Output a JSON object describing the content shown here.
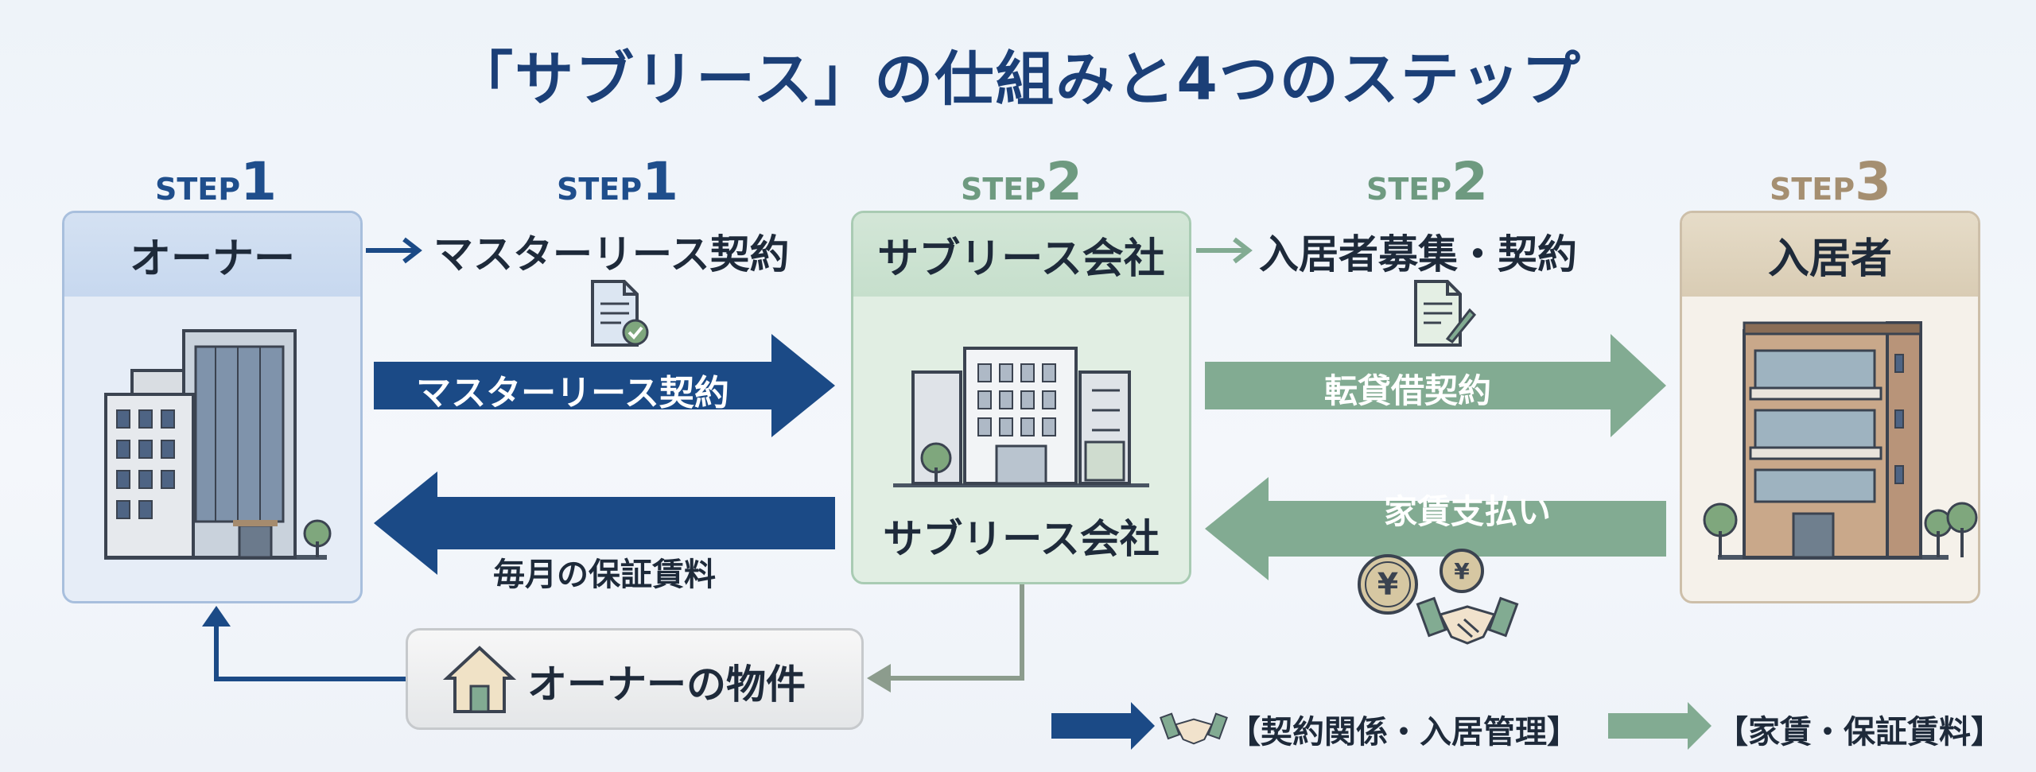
{
  "title": "「サブリース」の仕組みと4つのステップ",
  "steps": {
    "owner": {
      "word": "STEP",
      "num": "1"
    },
    "master": {
      "word": "STEP",
      "num": "1"
    },
    "sublease": {
      "word": "STEP",
      "num": "2"
    },
    "recruit": {
      "word": "STEP",
      "num": "2"
    },
    "resident": {
      "word": "STEP",
      "num": "3"
    }
  },
  "nodes": {
    "owner": "オーナー",
    "sublease_company": "サブリース会社",
    "sublease_company_bottom": "サブリース会社",
    "resident": "入居者",
    "property": "オーナーの物件"
  },
  "links": {
    "master_lease_heading": "マスターリース契約",
    "master_lease_arrow": "マスターリース契約",
    "monthly_guarantee": "毎月の保証賃料",
    "recruit_heading": "入居者募集・契約",
    "sublease_contract": "転貸借契約",
    "rent_payment": "家賃支払い"
  },
  "legend": {
    "blue_label": "【契約関係・入居管理】",
    "green_label": "【家賃・保証賃料】"
  },
  "icons": {
    "contract_doc": "contract-document-icon",
    "signed_doc": "signed-document-icon",
    "yen": "yen-coin-icon",
    "handshake": "handshake-icon",
    "house": "house-icon"
  },
  "colors": {
    "blue": "#1b4a86",
    "green": "#82ab92",
    "gray": "#8c9c8d",
    "title": "#1b3f77"
  }
}
